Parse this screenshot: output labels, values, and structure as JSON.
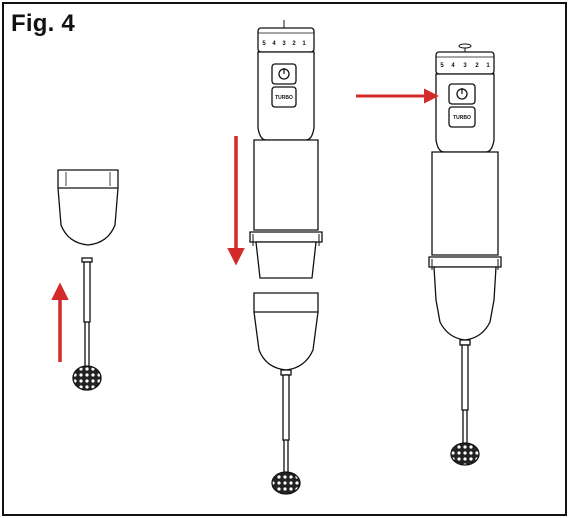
{
  "figure": {
    "label": "Fig. 4"
  },
  "device": {
    "dial_digits": [
      "5",
      "4",
      "3",
      "2",
      "1"
    ],
    "turbo_label": "TURBO",
    "power_symbol": "⏻"
  },
  "colors": {
    "arrow": "#d42a2a",
    "outline": "#111111",
    "background": "#ffffff"
  },
  "icons": [
    "power-icon",
    "arrow-up-icon",
    "arrow-down-icon",
    "arrow-right-icon"
  ]
}
